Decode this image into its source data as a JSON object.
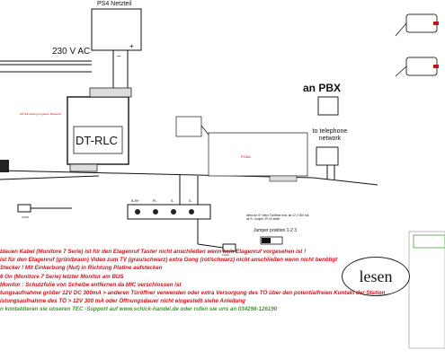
{
  "labels": {
    "ps4": "PS4 Netzteil",
    "voltage": "230 V AC",
    "minus": "−",
    "plus": "+",
    "dtrlc": "DT-RLC",
    "pbx": "an PBX",
    "telephone_network": "to telephone network",
    "lock": "LOCK",
    "lock2": "LOCK",
    "jumper": "Jumper position 1-2 3",
    "lesen": "lesen",
    "pcb": "PCBA",
    "terminals": [
      "B-/B+",
      "PL",
      "S-",
      "S-"
    ],
    "jumper_note": "direkt an S+ beim Türöffner bzw. ab 12 V 300 mA ab S- Jumper JP-LK bleibt"
  },
  "notes": [
    {
      "text": "blauen Kabel (Monitore 7 Serie) ist für den Etagenruf Taster nicht anschließen wenn kein Etagenruf vorgesehen ist !",
      "color": "#d1121b"
    },
    {
      "text": "ist für den Etagenruf (grün/braun) Video zum TV (grau/schwarz) extra Gong (rot/schwarz) nicht anschließen wenn nicht benötigt",
      "color": "#d1121b"
    },
    {
      "text": "Stecker ! Mit Einkerbung (Nut) in Richtung Platine aufstecken",
      "color": "#d1121b"
    },
    {
      "text": "6 On (Monitore 7 Serie) letzter Monitor am BUS",
      "color": "#d1121b"
    },
    {
      "text": "Monitor : Schutzfolie von Scheibe entfernen da MIC verschlossen ist",
      "color": "#d1121b"
    },
    {
      "text": "tungsaufnahme größer 12V DC 300mA > anderen Türöffner verwenden oder extra Versorgung des TÖ über den potentialfreien Kontakt der  Station",
      "color": "#d1121b"
    },
    {
      "text": "istungsaufnahme des TÖ > 12V 300 mA oder Öffnungsdauer nicht eingestellt siehe Anleitung",
      "color": "#d1121b"
    },
    {
      "text": "n kontaktieren sie unseren TEC -Support auf www.schick-handel.de oder rufen sie uns an 034298-126190",
      "color": "#3f9a2a"
    }
  ]
}
